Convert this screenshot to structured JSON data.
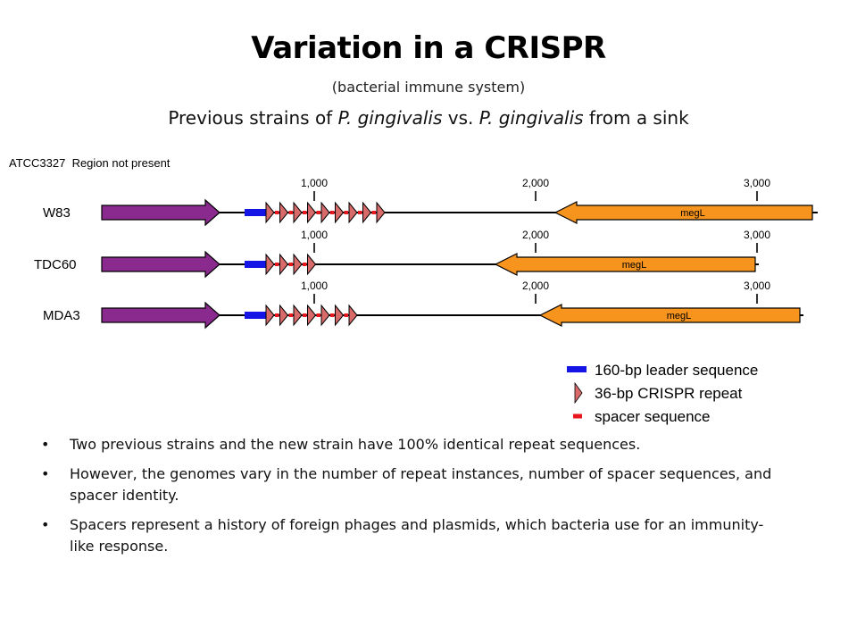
{
  "slide": {
    "title": "Variation in a CRISPR",
    "subtitle": "(bacterial immune system)",
    "heading": {
      "prefix": "Previous strains of ",
      "species_1": "P. gingivalis",
      "middle": " vs. ",
      "species_2": "P. gingivalis",
      "suffix": " from a sink"
    }
  },
  "diagram": {
    "note": "ATCC3327  Region not present",
    "scale_ticks": [
      "1,000",
      "2,000",
      "3,000"
    ],
    "gene_label": "megL",
    "strains": [
      {
        "name": "W83",
        "repeat_count": 9,
        "megl_start": 622,
        "megl_end": 910,
        "end": 916
      },
      {
        "name": "TDC60",
        "repeat_count": 4,
        "megl_start": 555,
        "megl_end": 846,
        "end": 850
      },
      {
        "name": "MDA3",
        "repeat_count": 7,
        "megl_start": 605,
        "megl_end": 896,
        "end": 900
      }
    ],
    "legend": [
      {
        "label": "160-bp leader sequence",
        "symbol": "leader"
      },
      {
        "label": "36-bp CRISPR repeat",
        "symbol": "repeat"
      },
      {
        "label": "spacer sequence",
        "symbol": "spacer"
      }
    ],
    "colors": {
      "purple_gene": "#8b2a8e",
      "orange_gene": "#f7941d",
      "leader": "#1515e6",
      "repeat": "#d86a6a",
      "spacer": "#e8161d",
      "backbone": "#000000"
    }
  },
  "bullets": [
    "Two previous strains and the new strain have 100% identical repeat sequences.",
    "However, the genomes vary in the number of repeat instances, number of spacer sequences, and spacer identity.",
    "Spacers represent a history of foreign phages and plasmids, which bacteria use for an immunity-like response."
  ]
}
